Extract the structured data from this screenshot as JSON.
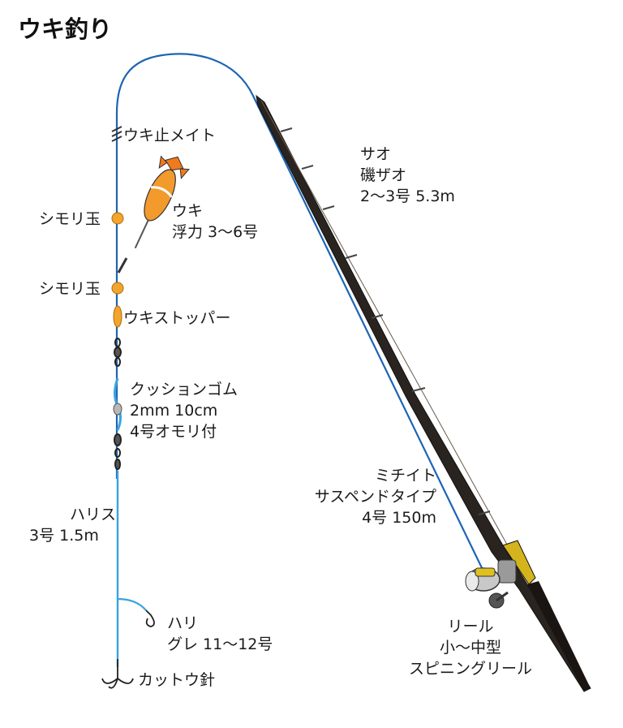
{
  "title": "ウキ釣り",
  "colors": {
    "line_blue": "#1d64b4",
    "harisu_blue": "#3aa4e0",
    "rod_dark": "#2a2420",
    "float_orange": "#f07a1c",
    "bead_orange": "#f2a52a",
    "reel_silver": "#c8c8c8",
    "reel_gold": "#e0c020"
  },
  "labels": {
    "uki_stop_knot": "ウキ止メイト",
    "shimori_top": "シモリ玉",
    "uki_name": "ウキ",
    "uki_spec": "浮力 3〜6号",
    "shimori_bottom": "シモリ玉",
    "uki_stopper": "ウキストッパー",
    "cushion_name": "クッションゴム",
    "cushion_size": "2mm 10cm",
    "cushion_weight": "4号オモリ付",
    "harisu_name": "ハリス",
    "harisu_spec": "3号 1.5m",
    "hook_name": "ハリ",
    "hook_spec": "グレ 11〜12号",
    "cut_hook": "カットウ針",
    "rod_name": "サオ",
    "rod_type": "磯ザオ",
    "rod_spec": "2〜3号 5.3m",
    "line_name": "ミチイト",
    "line_type": "サスペンドタイプ",
    "line_spec": "4号 150m",
    "reel_name": "リール",
    "reel_size": "小〜中型",
    "reel_type": "スピニングリール"
  }
}
